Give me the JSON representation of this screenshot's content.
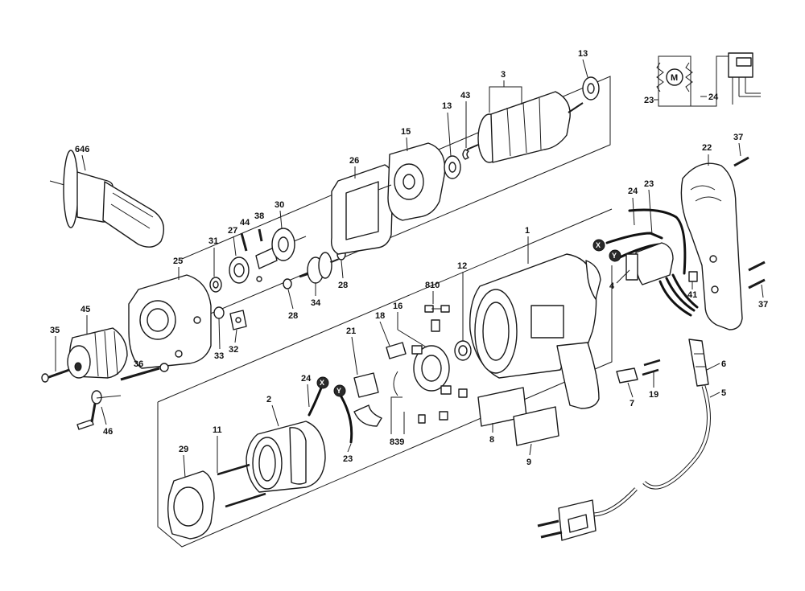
{
  "parts": [
    {
      "label": "646"
    },
    {
      "label": "25"
    },
    {
      "label": "45"
    },
    {
      "label": "35"
    },
    {
      "label": "36"
    },
    {
      "label": "46"
    },
    {
      "label": "31"
    },
    {
      "label": "27"
    },
    {
      "label": "44"
    },
    {
      "label": "38"
    },
    {
      "label": "30"
    },
    {
      "label": "33"
    },
    {
      "label": "32"
    },
    {
      "label": "28"
    },
    {
      "label": "28"
    },
    {
      "label": "34"
    },
    {
      "label": "26"
    },
    {
      "label": "15"
    },
    {
      "label": "13"
    },
    {
      "label": "43"
    },
    {
      "label": "3"
    },
    {
      "label": "13"
    },
    {
      "label": "23"
    },
    {
      "label": "24"
    },
    {
      "label": "22"
    },
    {
      "label": "37"
    },
    {
      "label": "37"
    },
    {
      "label": "23"
    },
    {
      "label": "24"
    },
    {
      "label": "4"
    },
    {
      "label": "41"
    },
    {
      "label": "1"
    },
    {
      "label": "12"
    },
    {
      "label": "810"
    },
    {
      "label": "16"
    },
    {
      "label": "18"
    },
    {
      "label": "21"
    },
    {
      "label": "839"
    },
    {
      "label": "2"
    },
    {
      "label": "11"
    },
    {
      "label": "24"
    },
    {
      "label": "23"
    },
    {
      "label": "29"
    },
    {
      "label": "8"
    },
    {
      "label": "9"
    },
    {
      "label": "7"
    },
    {
      "label": "19"
    },
    {
      "label": "6"
    },
    {
      "label": "5"
    }
  ],
  "wire_markers": [
    "X",
    "Y",
    "X",
    "Y"
  ],
  "schematic_motor": "M"
}
